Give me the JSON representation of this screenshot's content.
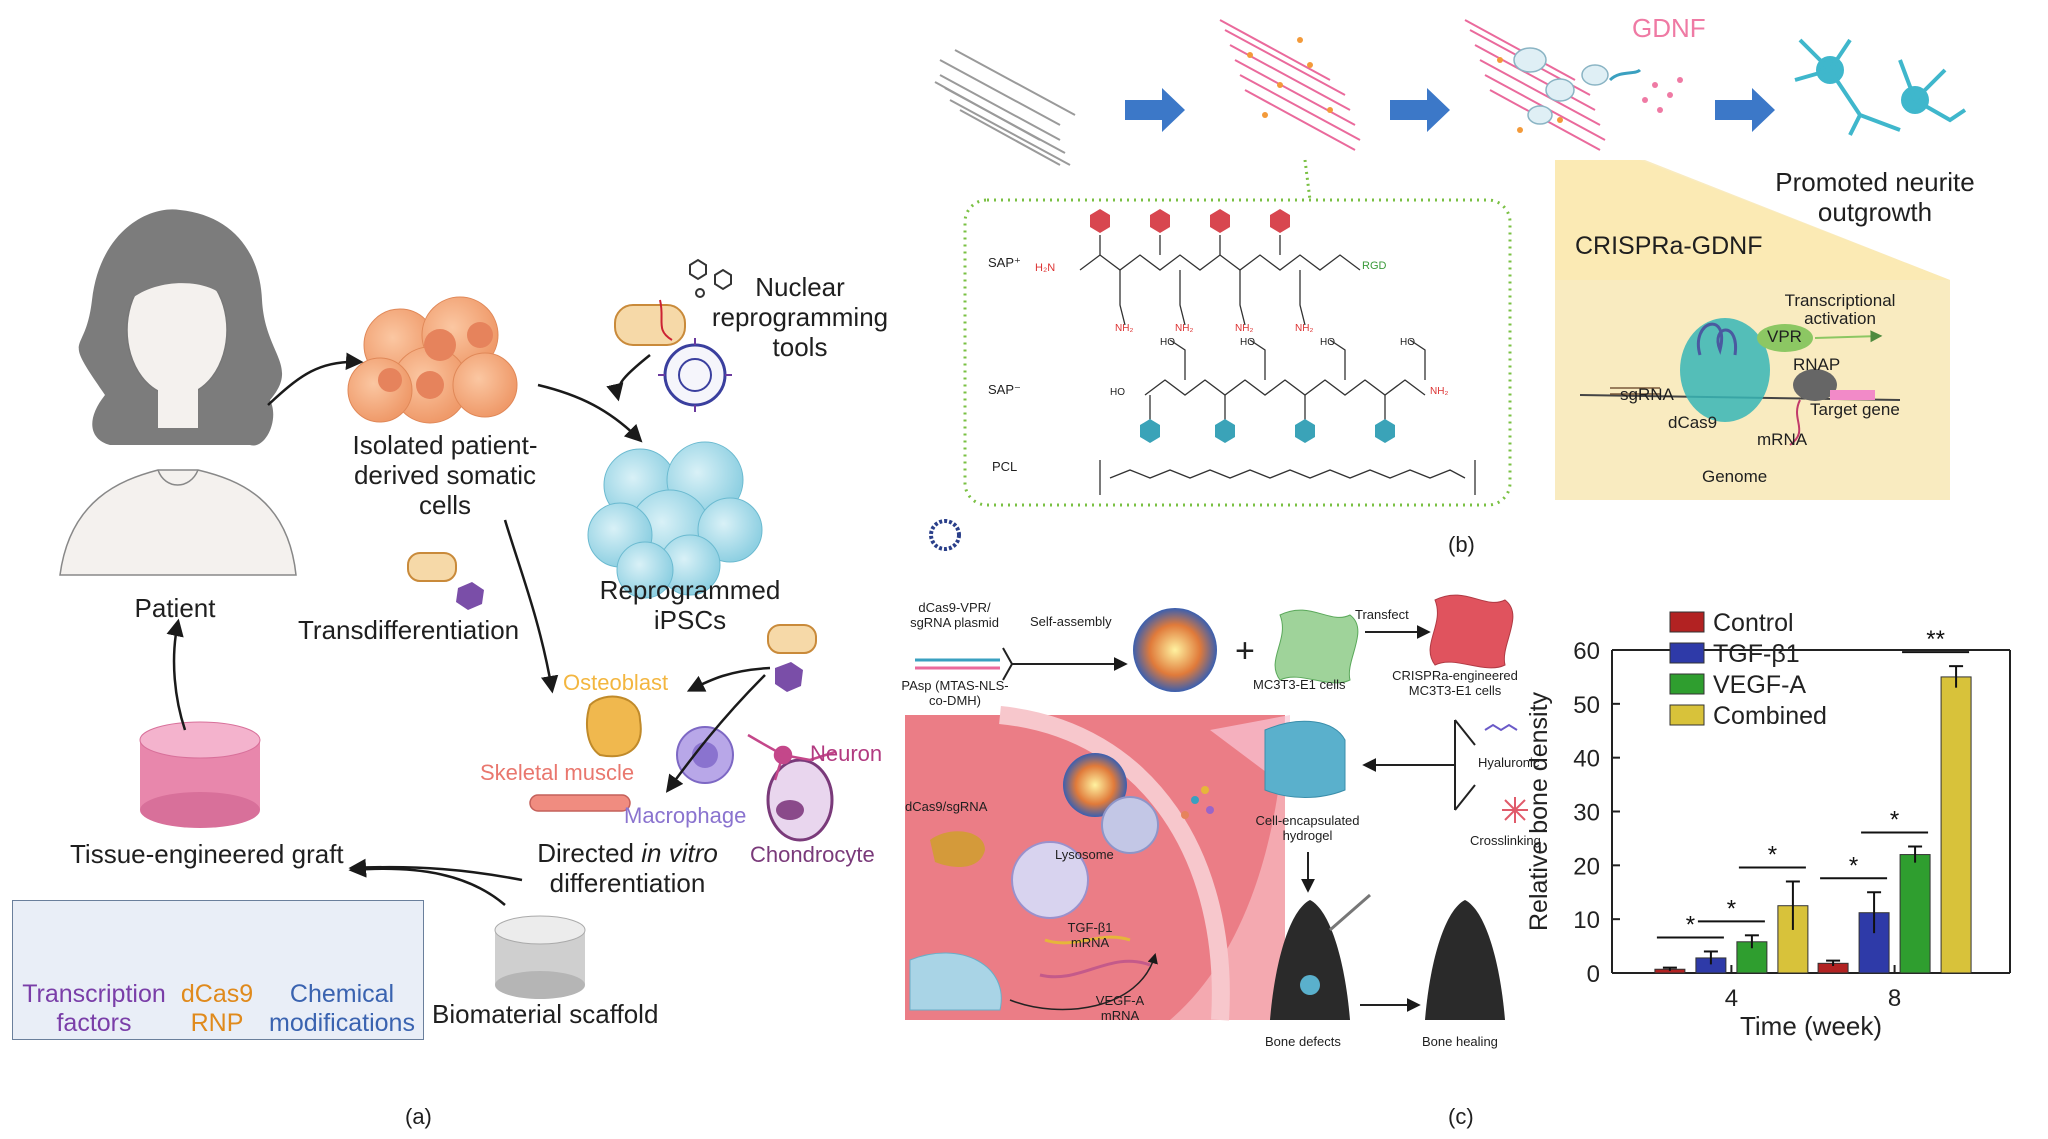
{
  "panel_a": {
    "patient": "Patient",
    "somatic": [
      "Isolated patient-",
      "derived somatic",
      "cells"
    ],
    "nuclear": [
      "Nuclear",
      "reprogramming",
      "tools"
    ],
    "ipsc": [
      "Reprogrammed",
      "iPSCs"
    ],
    "transdiff": "Transdifferentiation",
    "osteoblast": "Osteoblast",
    "skeletal": "Skeletal muscle",
    "macrophage": "Macrophage",
    "neuron": "Neuron",
    "chondrocyte": "Chondrocyte",
    "directed_pre": "Directed ",
    "directed_em": "in vitro",
    "directed_2": "differentiation",
    "graft": "Tissue-engineered graft",
    "scaffold": "Biomaterial scaffold",
    "legend": {
      "tf": [
        "Transcription",
        "factors"
      ],
      "rnp": [
        "dCas9",
        "RNP"
      ],
      "chem": [
        "Chemical",
        "modifications"
      ]
    },
    "caption": "(a)"
  },
  "panel_b": {
    "gdnf": "GDNF",
    "neurite": [
      "Promoted neurite",
      "outgrowth"
    ],
    "crispra": "CRISPRa-GDNF",
    "trans_act": [
      "Transcriptional",
      "activation"
    ],
    "vpr": "VPR",
    "rnap": "RNAP",
    "sgrna": "sgRNA",
    "dcas9": "dCas9",
    "target": "Target gene",
    "mrna": "mRNA",
    "genome": "Genome",
    "sap_plus": "SAP⁺",
    "sap_minus": "SAP⁻",
    "pcl": "PCL",
    "rgd": "RGD",
    "h2n": "H₂N",
    "nh2": "NH₂",
    "ho": "HO",
    "caption": "(b)"
  },
  "panel_c": {
    "plasmid": [
      "dCas9-VPR/",
      "sgRNA plasmid"
    ],
    "self_assembly": "Self-assembly",
    "pasp": [
      "PAsp (MTAS-NLS-",
      "co-DMH)"
    ],
    "transfect": "Transfect",
    "mc3t3": "MC3T3-E1 cells",
    "engineered": [
      "CRISPRa-engineered",
      "MC3T3-E1 cells"
    ],
    "hyaluronic": "Hyaluronic",
    "crosslinking": "Crosslinking",
    "hydrogel": [
      "Cell-encapsulated",
      "hydrogel"
    ],
    "dcas9_sgrna": "dCas9/sgRNA",
    "lysosome": "Lysosome",
    "tgf_mrna": [
      "TGF-β1",
      "mRNA"
    ],
    "vegf_mrna": [
      "VEGF-A",
      "mRNA"
    ],
    "bone_defects": "Bone defects",
    "bone_healing": "Bone healing",
    "caption": "(c)"
  },
  "colors": {
    "control": "#b22222",
    "tgf": "#2e3aa8",
    "vegf": "#2f9e2f",
    "combined": "#d8c23a",
    "arrow_blue": "#3c78c8",
    "legend_purple": "#7a3ea8",
    "legend_orange": "#e08a1c",
    "legend_blue": "#3a63b0"
  },
  "chart_data": {
    "type": "bar",
    "categories": [
      "4",
      "8"
    ],
    "series": [
      {
        "name": "Control",
        "values": [
          0.7,
          1.8
        ],
        "errors": [
          0.3,
          0.5
        ]
      },
      {
        "name": "TGF-β1",
        "values": [
          2.8,
          11.2
        ],
        "errors": [
          1.2,
          3.8
        ]
      },
      {
        "name": "VEGF-A",
        "values": [
          5.8,
          22.0
        ],
        "errors": [
          1.2,
          1.5
        ]
      },
      {
        "name": "Combined",
        "values": [
          12.5,
          55.0
        ],
        "errors": [
          4.5,
          2.0
        ]
      }
    ],
    "significance": [
      {
        "category": "4",
        "between": [
          "Control",
          "TGF-β1"
        ],
        "label": "*"
      },
      {
        "category": "4",
        "between": [
          "TGF-β1",
          "VEGF-A"
        ],
        "label": "*"
      },
      {
        "category": "4",
        "between": [
          "VEGF-A",
          "Combined"
        ],
        "label": "*"
      },
      {
        "category": "8",
        "between": [
          "Control",
          "TGF-β1"
        ],
        "label": "*"
      },
      {
        "category": "8",
        "between": [
          "TGF-β1",
          "VEGF-A"
        ],
        "label": "*"
      },
      {
        "category": "8",
        "between": [
          "VEGF-A",
          "Combined"
        ],
        "label": "**"
      }
    ],
    "xlabel": "Time (week)",
    "ylabel": "Relative bone density",
    "ylim": [
      0,
      60
    ],
    "yticks": [
      "0",
      "10",
      "20",
      "30",
      "40",
      "50",
      "60"
    ],
    "legend_position": "top-left",
    "grid": false
  }
}
